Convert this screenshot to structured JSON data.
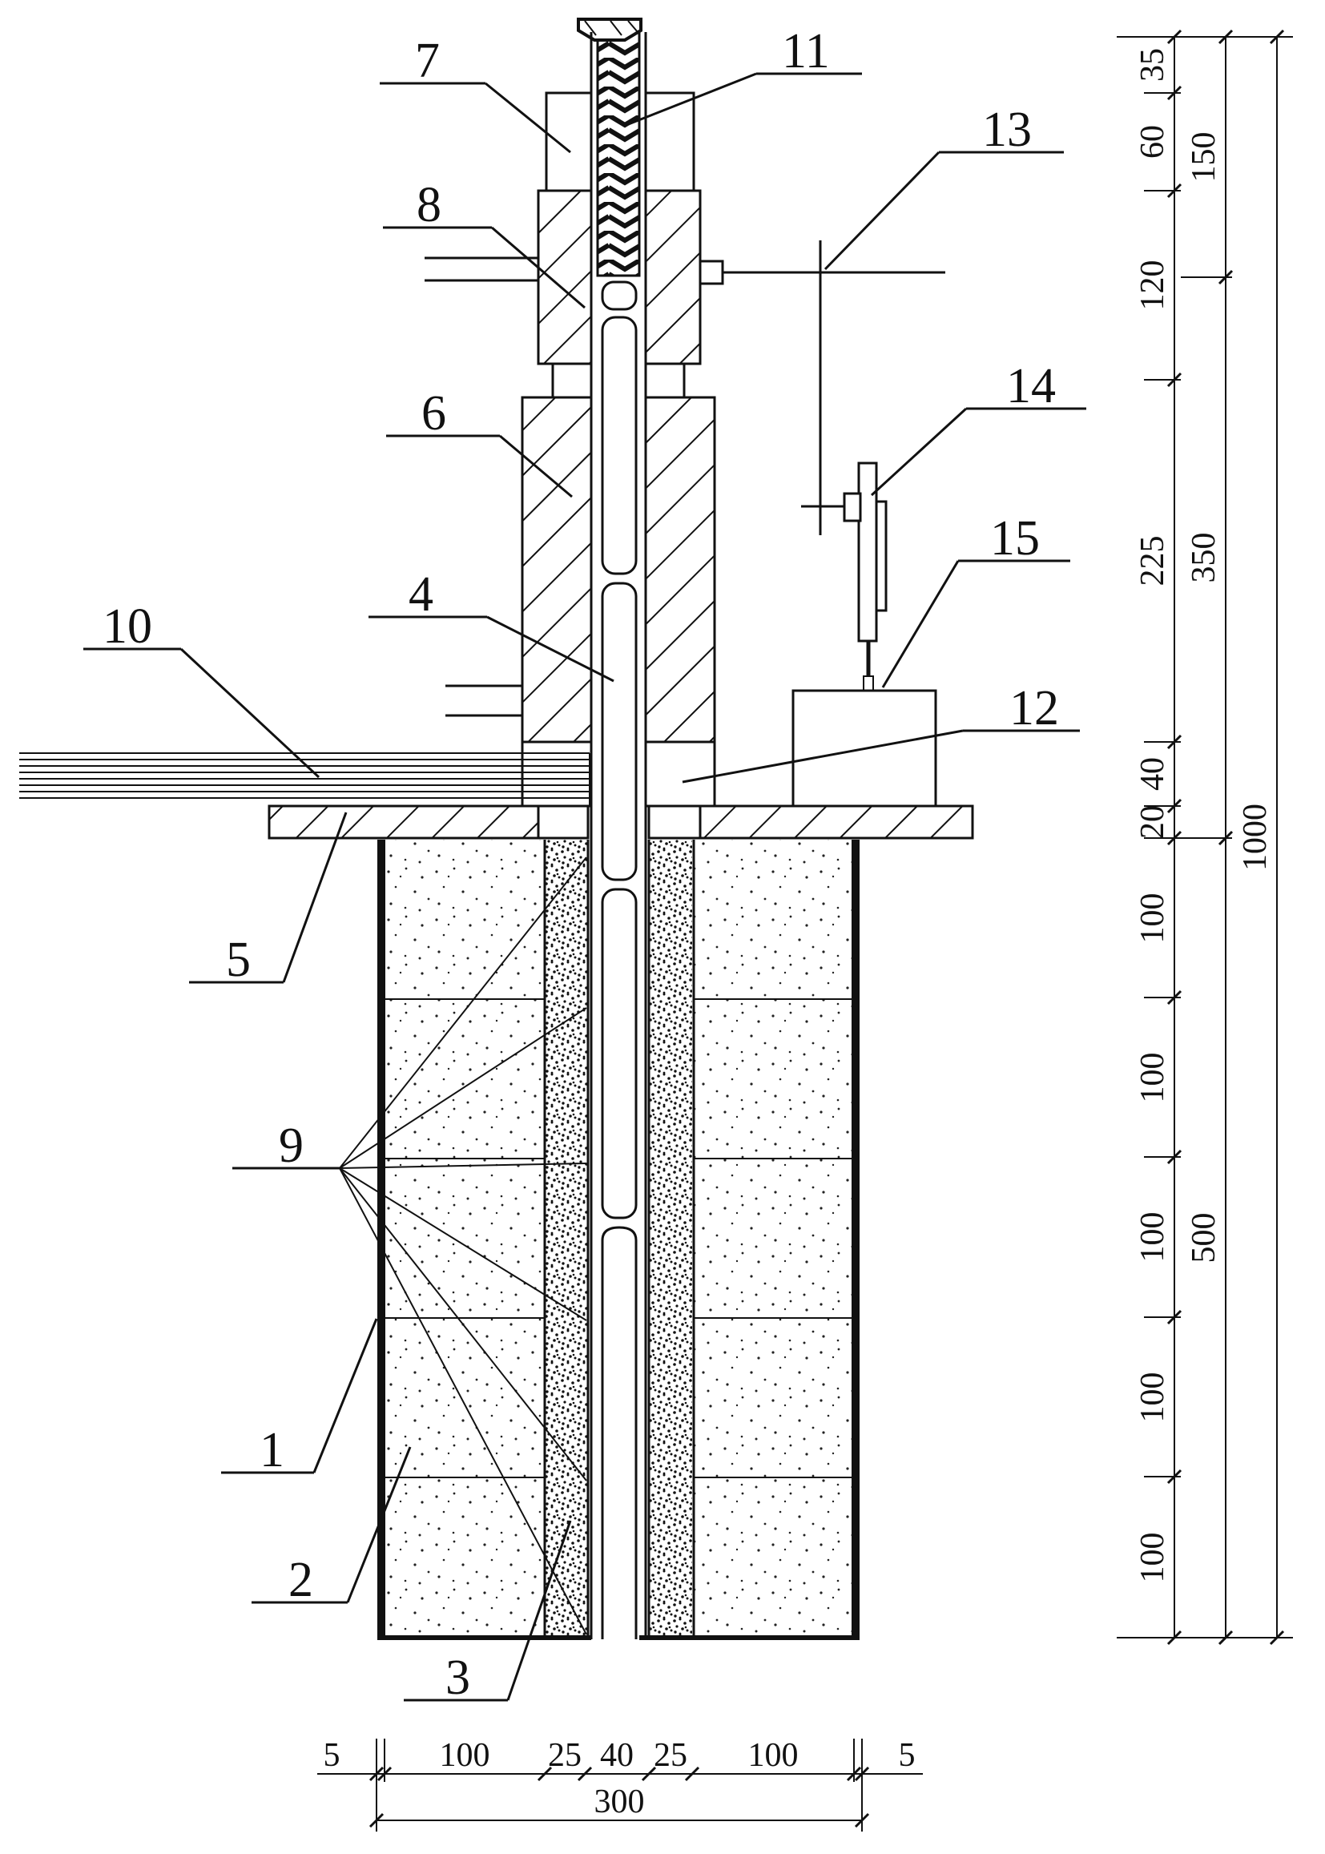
{
  "callouts": [
    {
      "id": "1",
      "text": "1"
    },
    {
      "id": "2",
      "text": "2"
    },
    {
      "id": "3",
      "text": "3"
    },
    {
      "id": "4",
      "text": "4"
    },
    {
      "id": "5",
      "text": "5"
    },
    {
      "id": "6",
      "text": "6"
    },
    {
      "id": "7",
      "text": "7"
    },
    {
      "id": "8",
      "text": "8"
    },
    {
      "id": "9",
      "text": "9"
    },
    {
      "id": "10",
      "text": "10"
    },
    {
      "id": "11",
      "text": "11"
    },
    {
      "id": "12",
      "text": "12"
    },
    {
      "id": "13",
      "text": "13"
    },
    {
      "id": "14",
      "text": "14"
    },
    {
      "id": "15",
      "text": "15"
    }
  ],
  "dimensions": {
    "vertical_inner": [
      "35",
      "60",
      "120",
      "225",
      "40",
      "20",
      "100",
      "100",
      "100",
      "100",
      "100"
    ],
    "vertical_mid": [
      "150",
      "350",
      "500"
    ],
    "vertical_total": "1000",
    "horizontal": [
      "5",
      "100",
      "25",
      "40",
      "25",
      "100",
      "5"
    ],
    "horizontal_total": "300"
  }
}
